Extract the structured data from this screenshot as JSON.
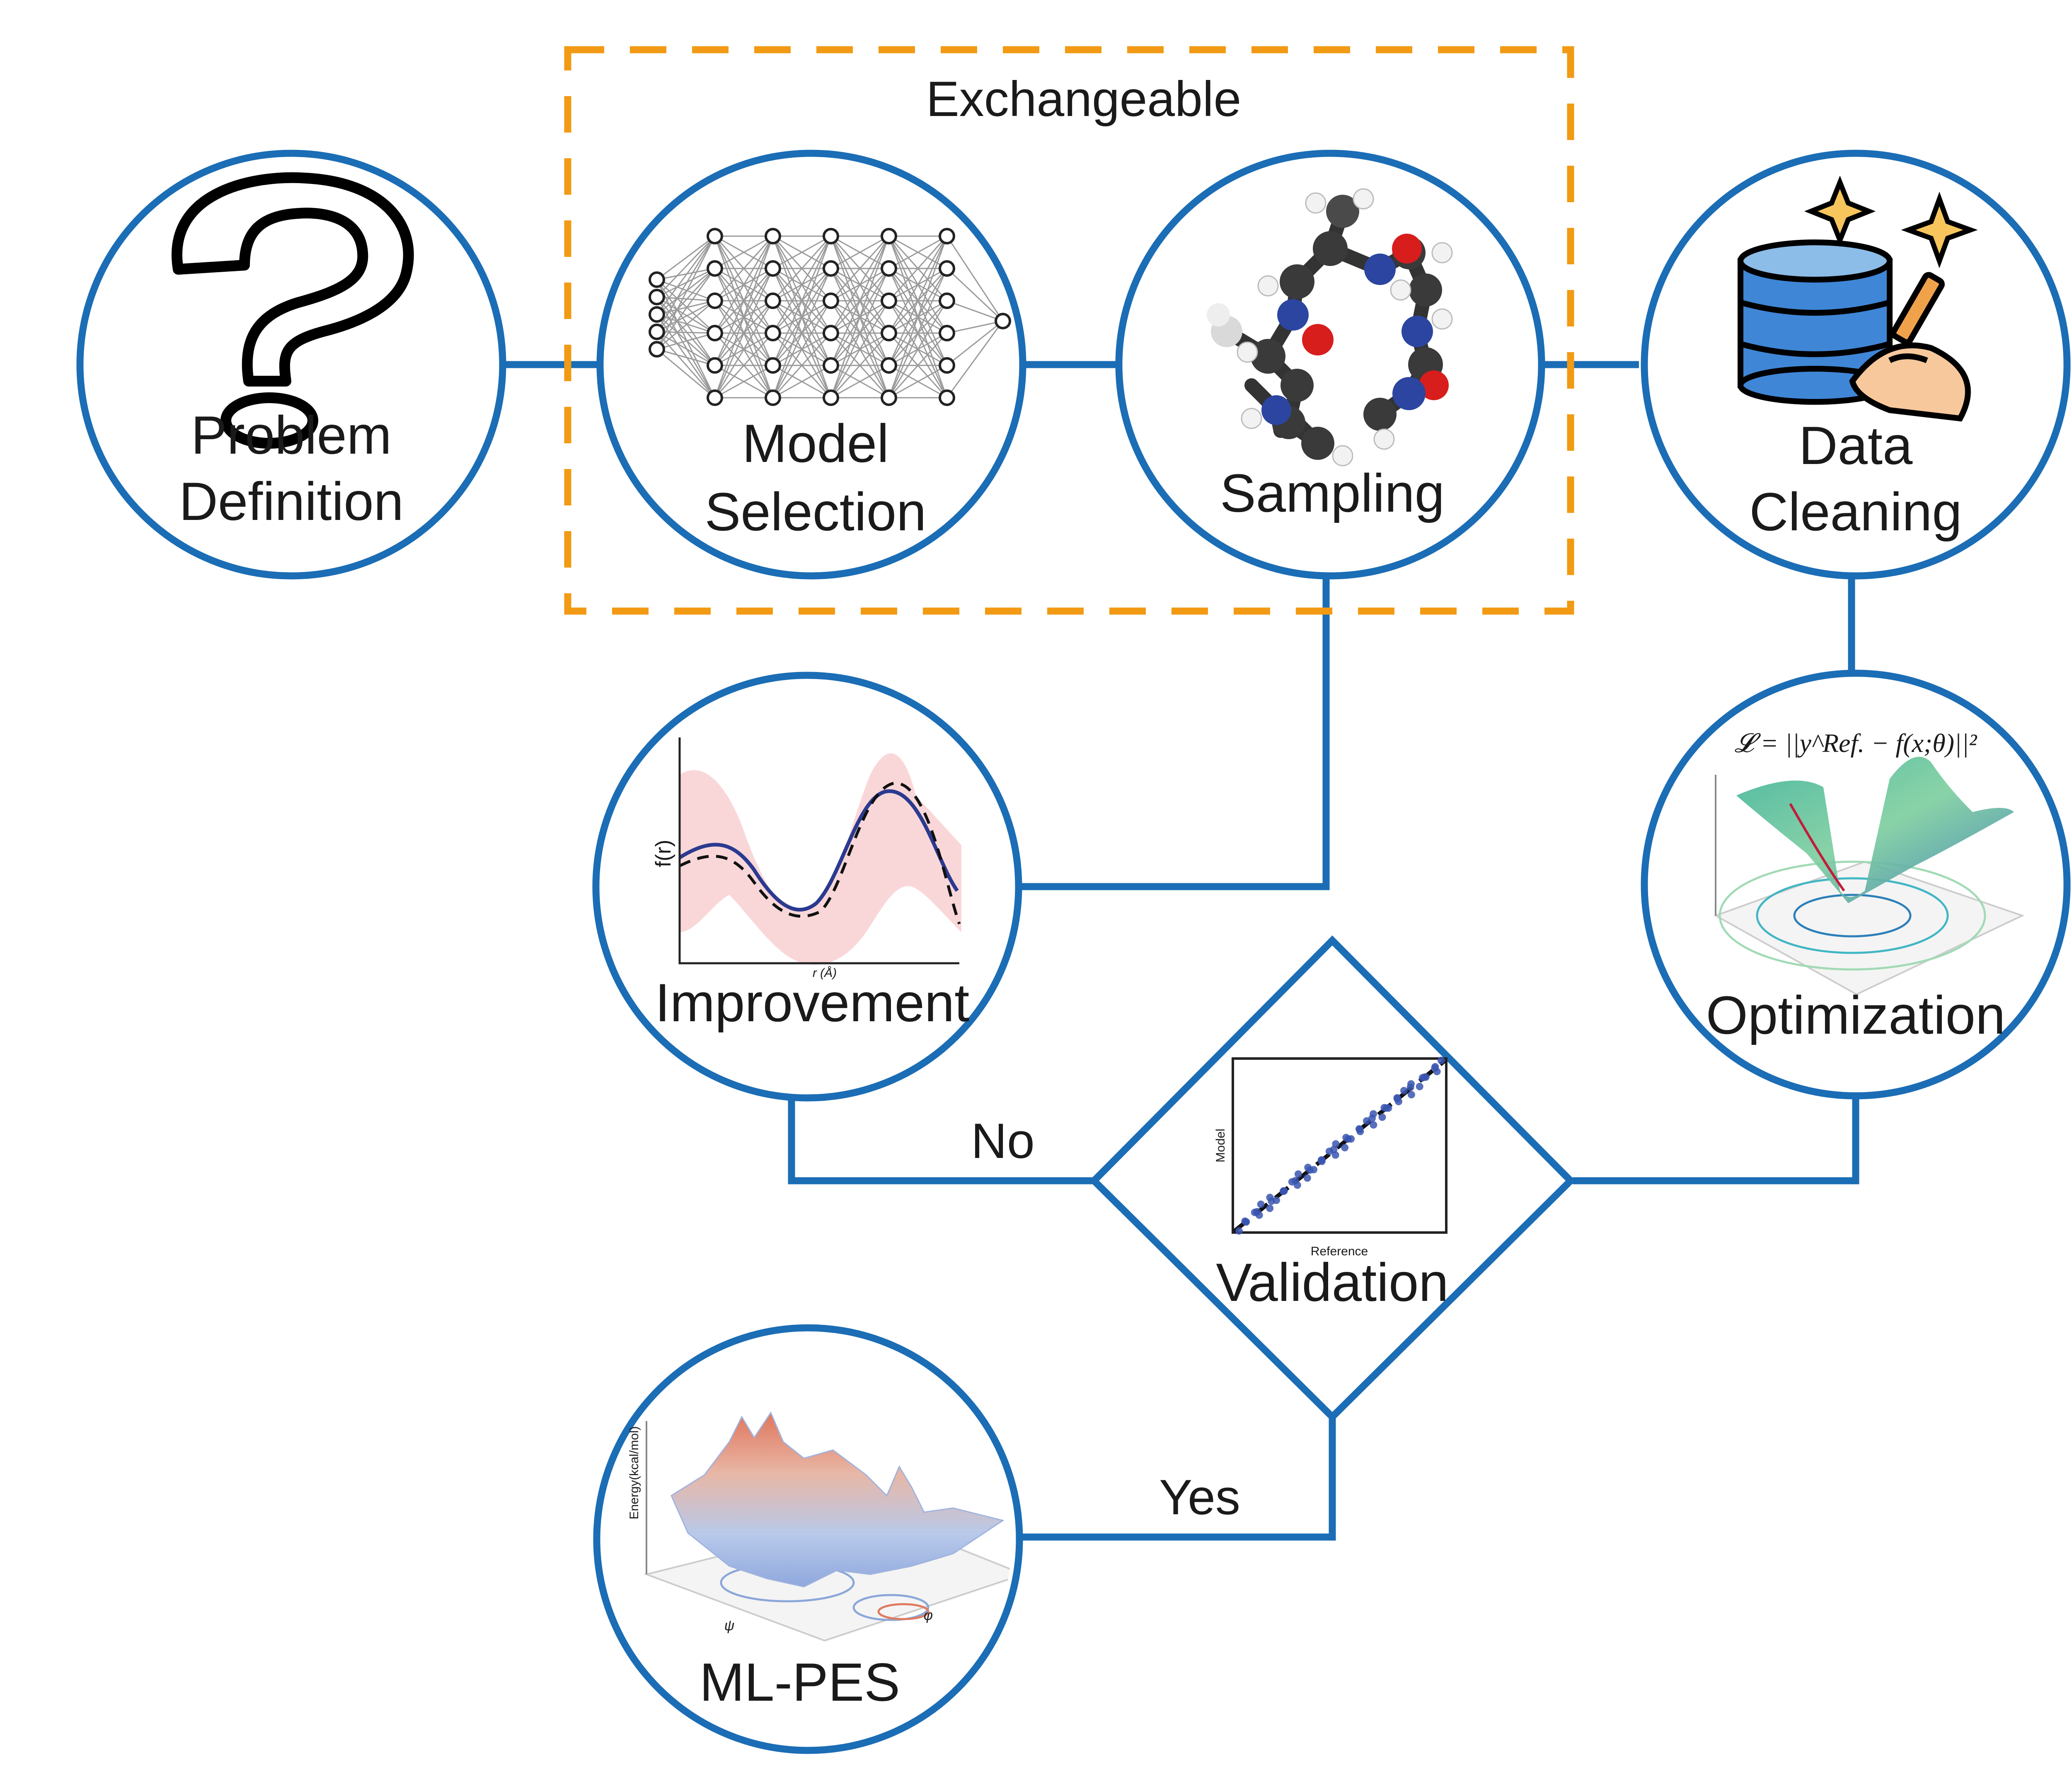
{
  "group": {
    "label": "Exchangeable",
    "border_color": "#f29a13"
  },
  "colors": {
    "flow": "#1b6db5",
    "accent": "#f29a13"
  },
  "nodes": {
    "problem_definition": {
      "line1": "Problem",
      "line2": "Definition",
      "icon": "question-mark-icon"
    },
    "model_selection": {
      "line1": "Model",
      "line2": "Selection",
      "icon": "neural-network-icon"
    },
    "sampling": {
      "label": "Sampling",
      "icon": "molecule-icon"
    },
    "data_cleaning": {
      "line1": "Data",
      "line2": "Cleaning",
      "icon": "database-broom-icon"
    },
    "optimization": {
      "label": "Optimization",
      "formula": "𝓛 = ||y^Ref. − f(x;θ)||²",
      "icon": "loss-surface-icon"
    },
    "improvement": {
      "label": "Improvement",
      "xlabel": "r (Å)",
      "ylabel": "f(r)",
      "icon": "regression-plot-icon"
    },
    "validation": {
      "label": "Validation",
      "xlabel": "Reference",
      "ylabel": "Model",
      "icon": "parity-plot-icon"
    },
    "ml_pes": {
      "label": "ML-PES",
      "zlabel": "Energy(kcal/mol)",
      "xlabel": "ψ",
      "ylabel": "φ",
      "icon": "energy-surface-icon"
    }
  },
  "edges": {
    "no_label": "No",
    "yes_label": "Yes"
  }
}
